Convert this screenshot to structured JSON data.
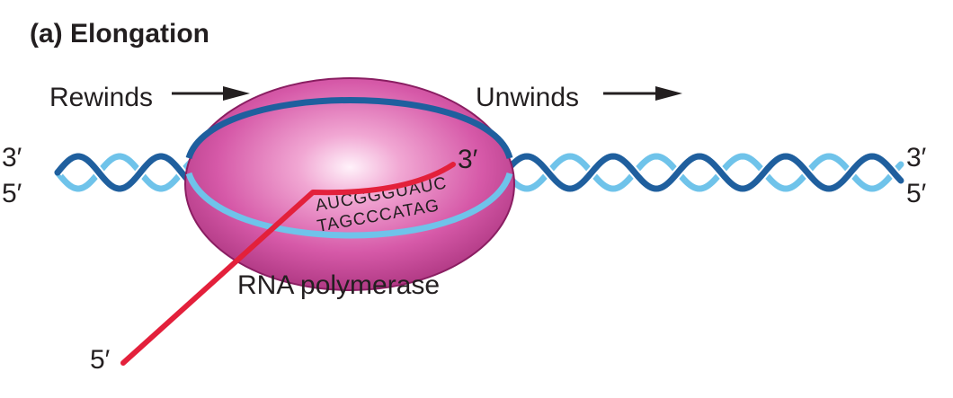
{
  "title": "(a) Elongation",
  "labels": {
    "rewinds": "Rewinds",
    "unwinds": "Unwinds",
    "polymerase": "RNA polymerase",
    "left_top_end": "3′",
    "left_bottom_end": "5′",
    "right_top_end": "3′",
    "right_bottom_end": "5′",
    "rna_3_end": "3′",
    "rna_5_end": "5′"
  },
  "sequences": {
    "rna": "AUCGGGUAUC",
    "template": "TAGCCCATAG"
  },
  "colors": {
    "polymerase_fill": "#d659a8",
    "polymerase_edge": "#8a1e62",
    "strand_dark": "#1f5f9e",
    "strand_light": "#6fc3ea",
    "rna": "#e3203b",
    "text": "#231f20"
  }
}
